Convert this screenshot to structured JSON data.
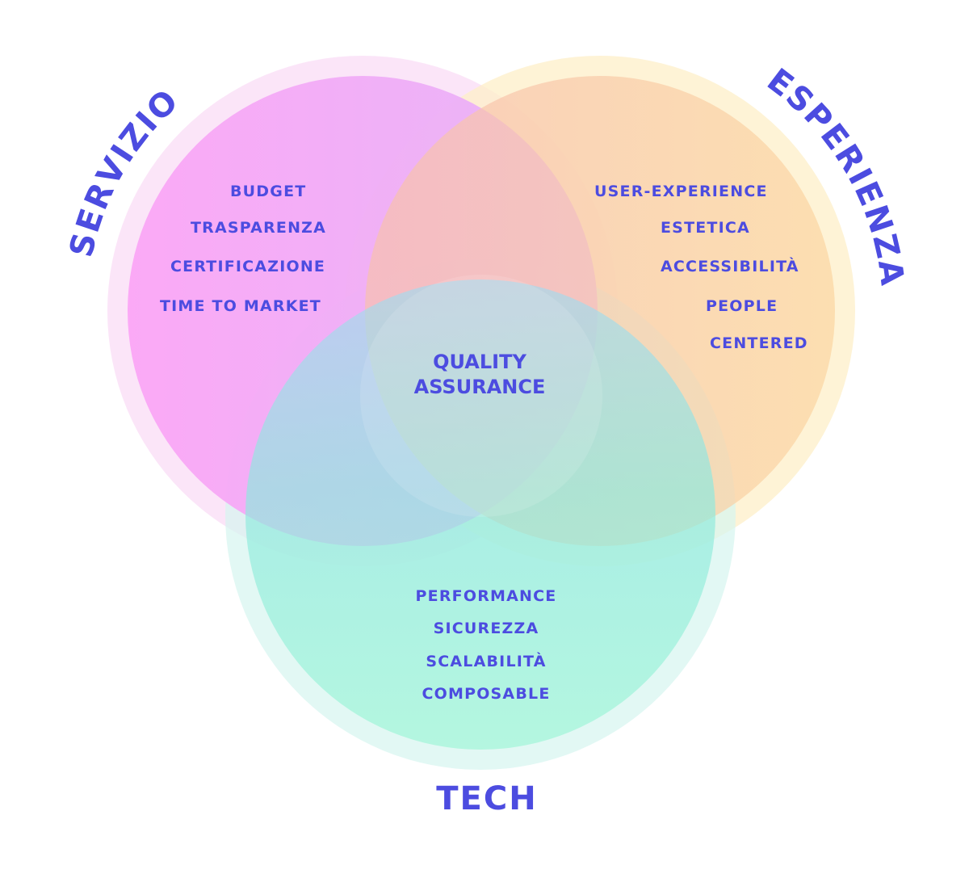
{
  "colors": {
    "text": "#4c4ce0",
    "servizio": "#f6a8f8",
    "esperienza": "#fad39c",
    "tech": "#9cf2dd"
  },
  "servizio": {
    "title": "SERVIZIO",
    "items": [
      "BUDGET",
      "TRASPARENZA",
      "CERTIFICAZIONE",
      "TIME TO MARKET"
    ]
  },
  "esperienza": {
    "title": "ESPERIENZA",
    "items": [
      "USER-EXPERIENCE",
      "ESTETICA",
      "ACCESSIBILITÀ",
      "PEOPLE",
      "CENTERED"
    ]
  },
  "tech": {
    "title": "TECH",
    "items": [
      "PERFORMANCE",
      "SICUREZZA",
      "SCALABILITÀ",
      "COMPOSABLE"
    ]
  },
  "center": {
    "line1": "QUALITY",
    "line2": "ASSURANCE"
  }
}
